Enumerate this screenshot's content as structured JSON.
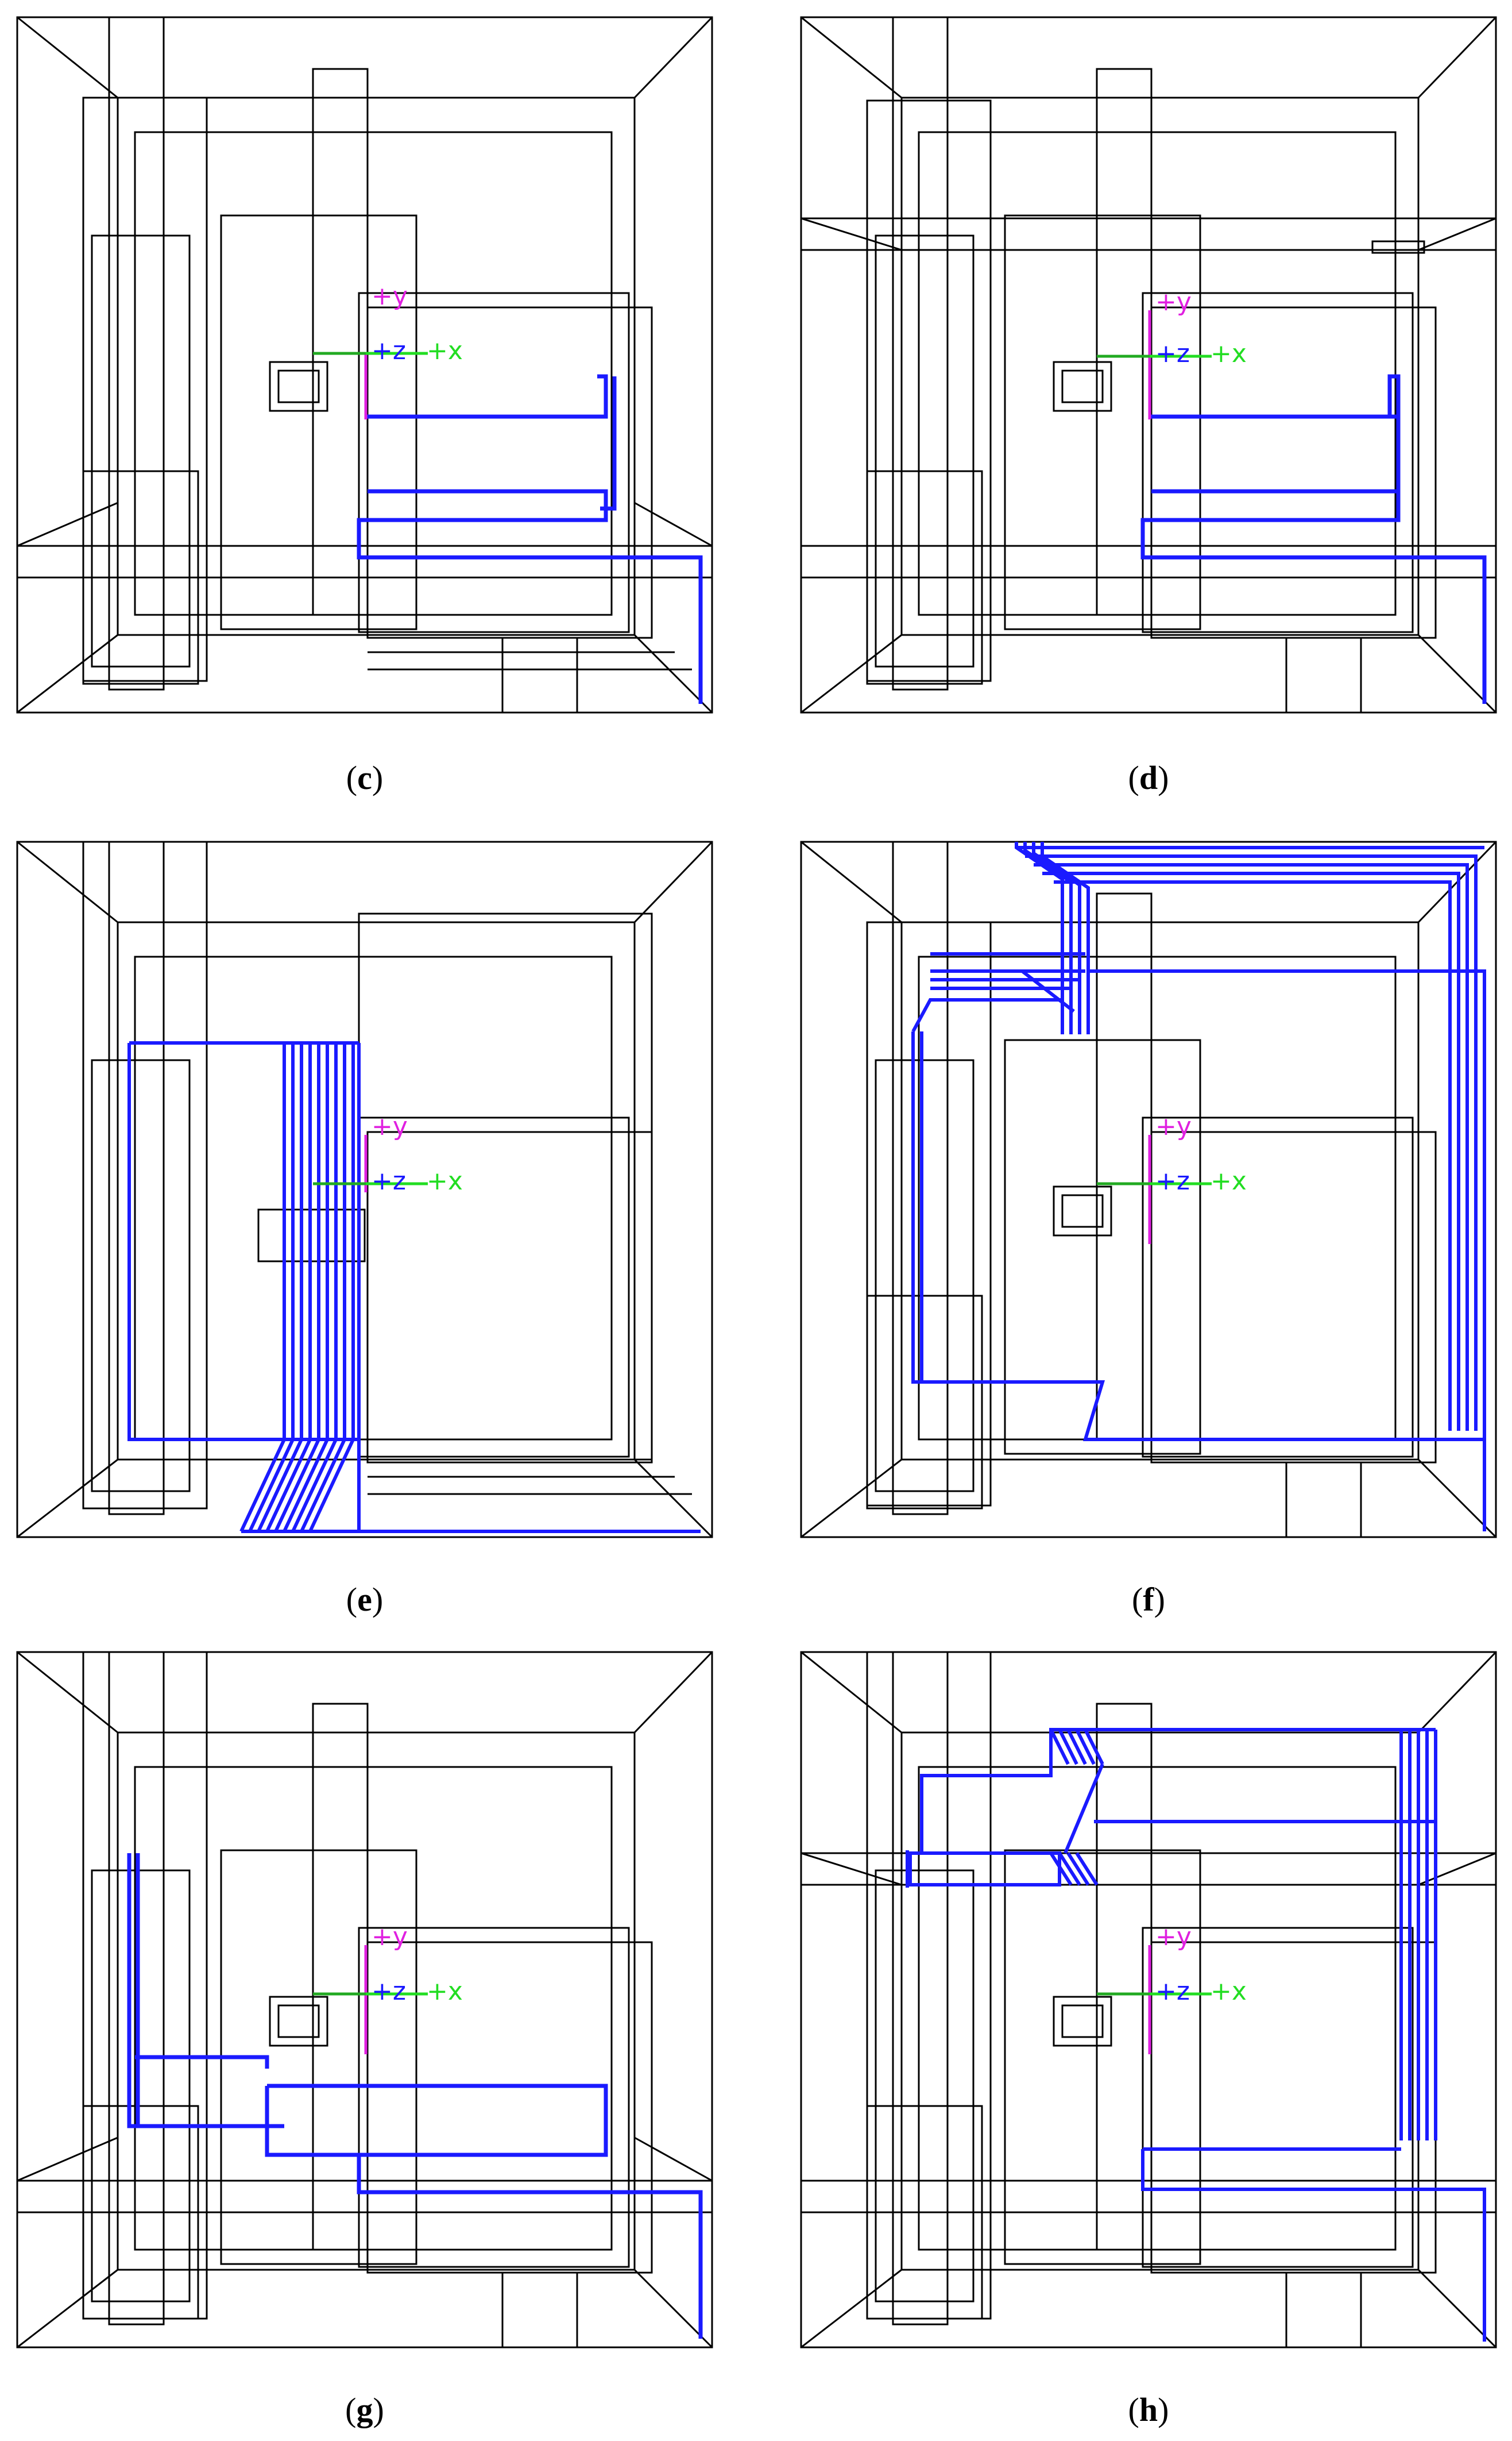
{
  "figure": {
    "panels": [
      {
        "id": "c",
        "caption_open": "(",
        "caption_letter": "c",
        "caption_close": ")"
      },
      {
        "id": "d",
        "caption_open": "(",
        "caption_letter": "d",
        "caption_close": ")"
      },
      {
        "id": "e",
        "caption_open": "(",
        "caption_letter": "e",
        "caption_close": ")"
      },
      {
        "id": "f",
        "caption_open": "(",
        "caption_letter": "f",
        "caption_close": ")"
      },
      {
        "id": "g",
        "caption_open": "(",
        "caption_letter": "g",
        "caption_close": ")"
      },
      {
        "id": "h",
        "caption_open": "(",
        "caption_letter": "h",
        "caption_close": ")"
      }
    ],
    "axis_labels": {
      "y": "+y",
      "z": "+z",
      "x": "+x"
    },
    "colors": {
      "wireframe": "#000000",
      "route": "#1a1aff",
      "axis_y": "#e020e0",
      "axis_z": "#1a1aff",
      "axis_x": "#22dd22"
    }
  }
}
